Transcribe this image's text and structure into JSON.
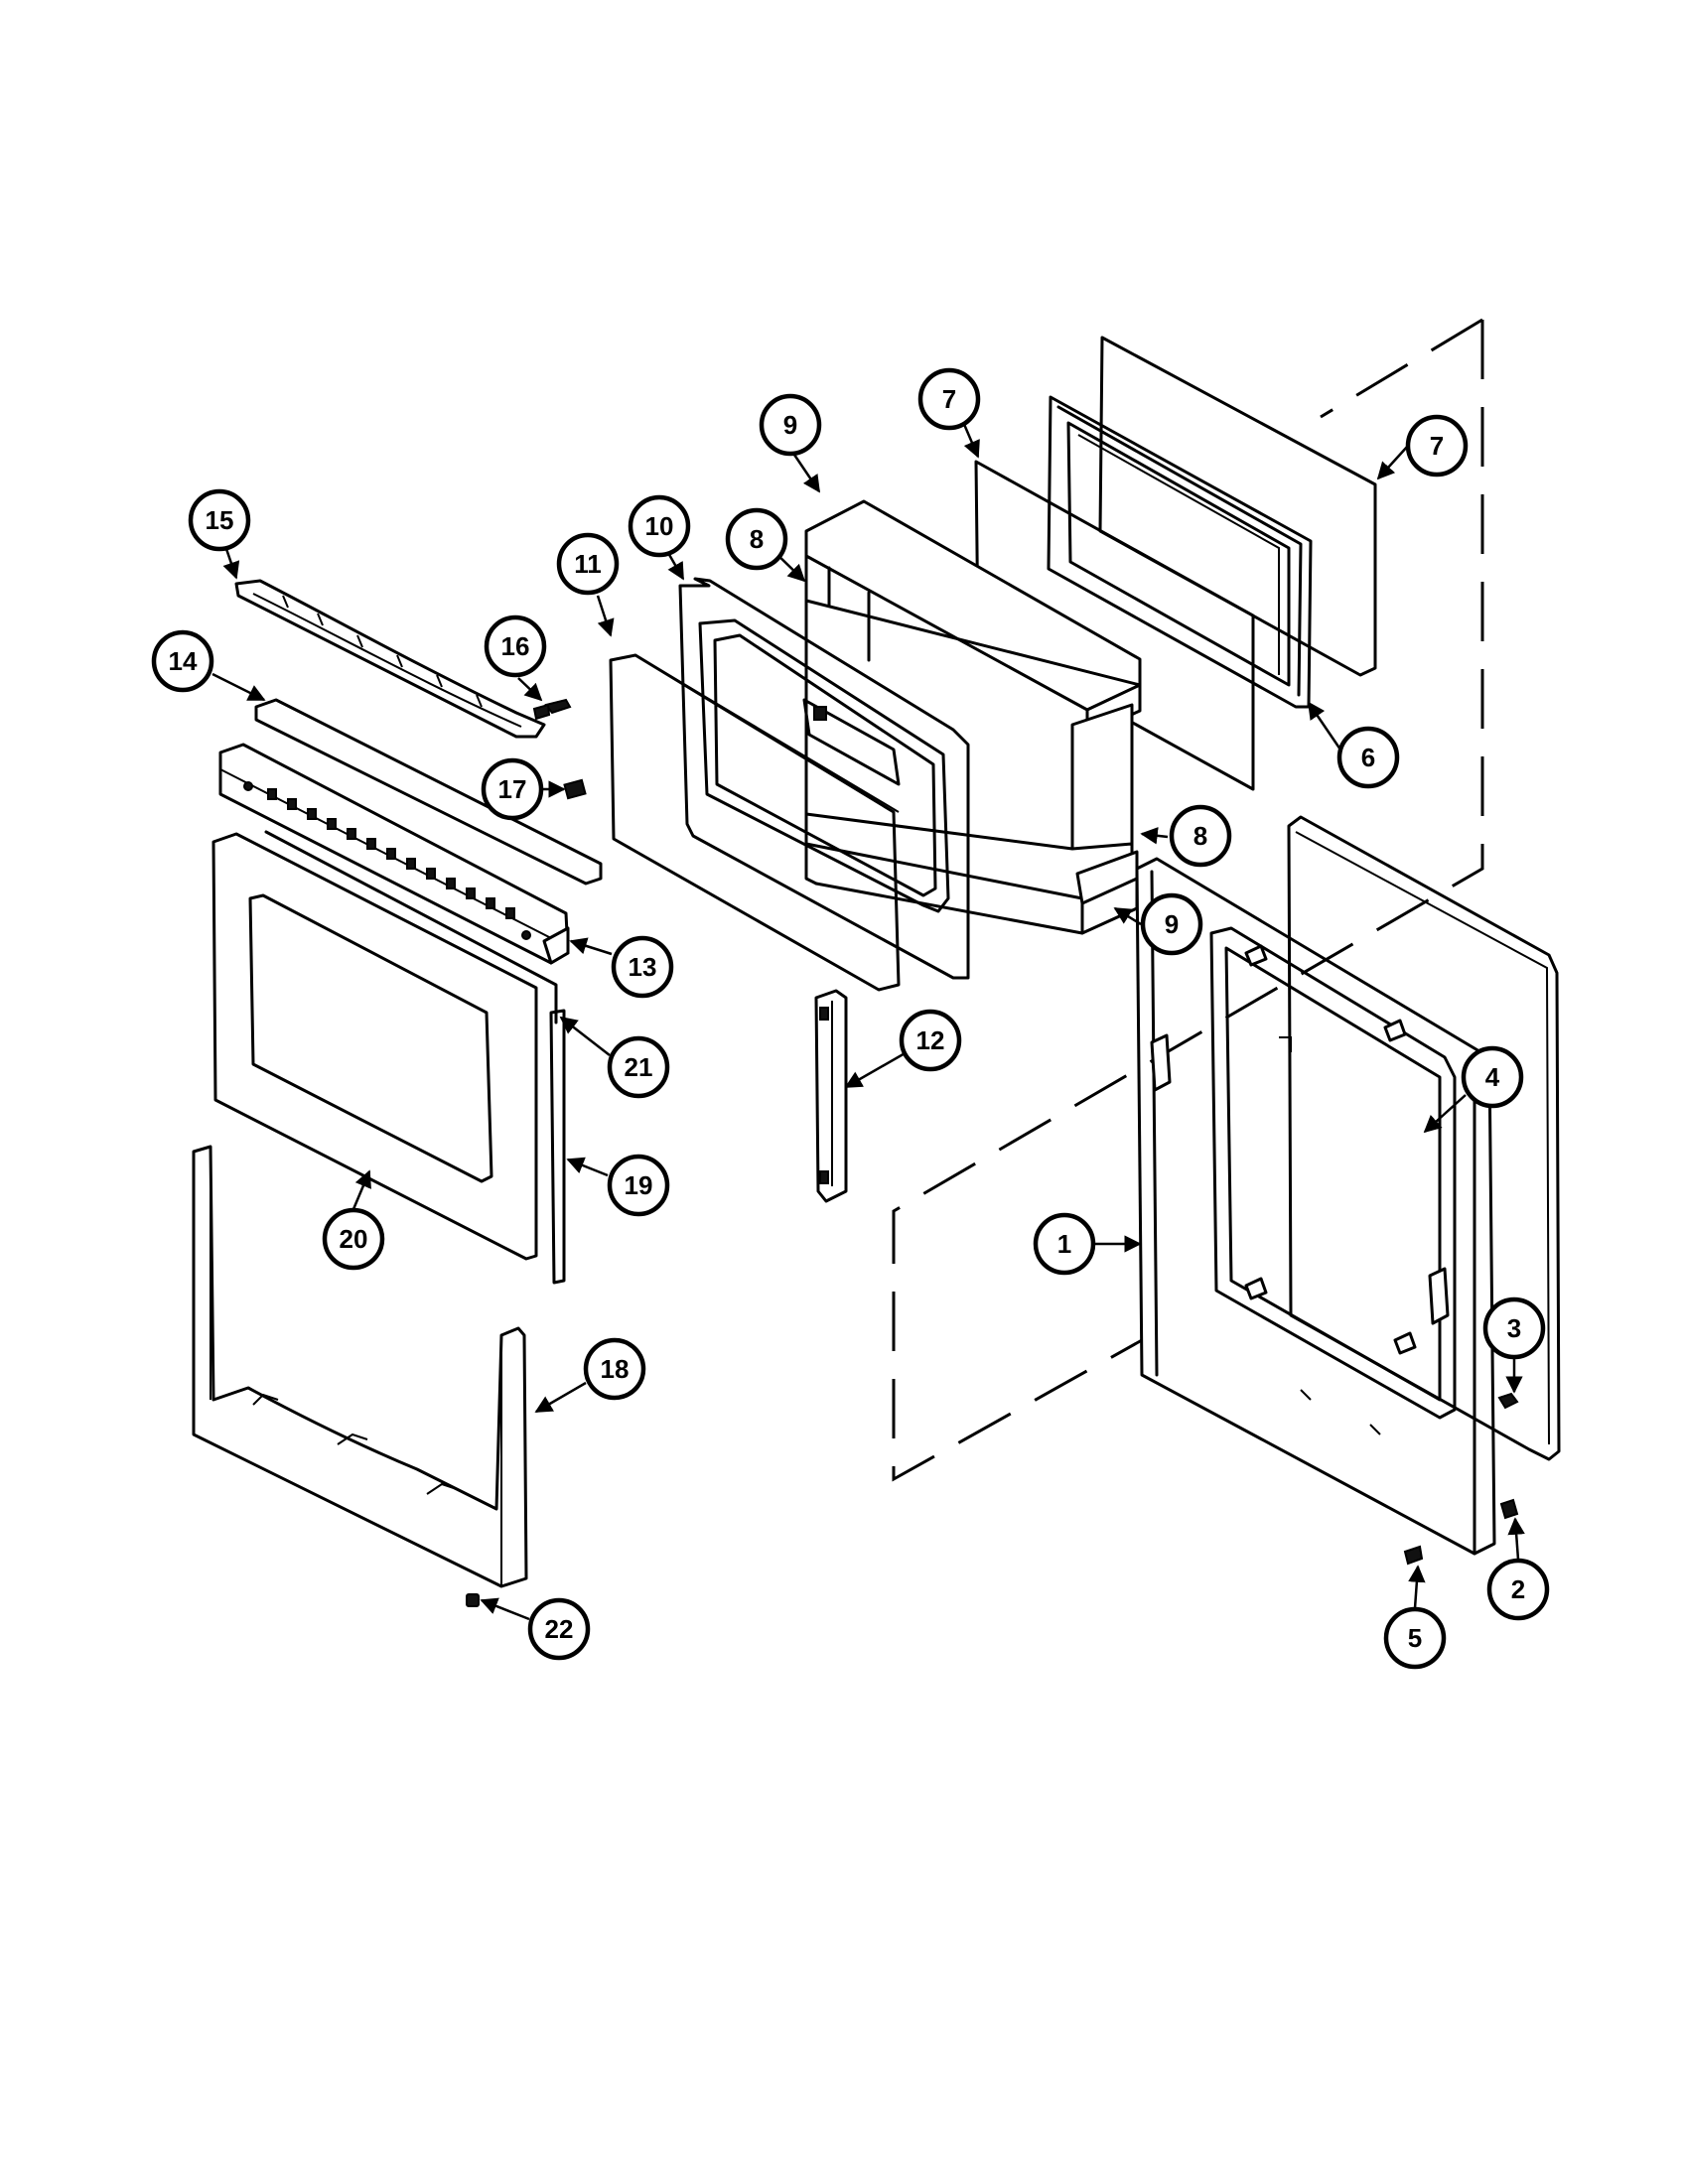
{
  "callouts": [
    {
      "label": "1"
    },
    {
      "label": "2"
    },
    {
      "label": "3"
    },
    {
      "label": "4"
    },
    {
      "label": "5"
    },
    {
      "label": "6"
    },
    {
      "label": "7"
    },
    {
      "label": "7"
    },
    {
      "label": "8"
    },
    {
      "label": "8"
    },
    {
      "label": "9"
    },
    {
      "label": "9"
    },
    {
      "label": "10"
    },
    {
      "label": "11"
    },
    {
      "label": "12"
    },
    {
      "label": "13"
    },
    {
      "label": "14"
    },
    {
      "label": "15"
    },
    {
      "label": "16"
    },
    {
      "label": "17"
    },
    {
      "label": "18"
    },
    {
      "label": "19"
    },
    {
      "label": "20"
    },
    {
      "label": "21"
    },
    {
      "label": "22"
    }
  ]
}
